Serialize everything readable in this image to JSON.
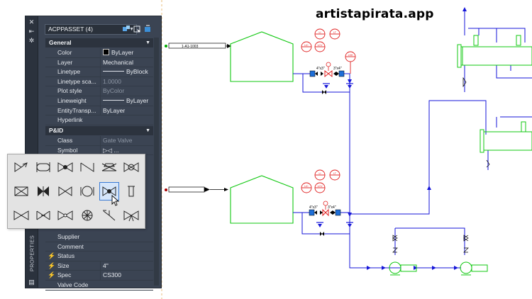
{
  "watermark": "artistapirata.app",
  "palette": {
    "side_label": "PROPERTIES",
    "selection": "ACPPASSET (4)",
    "general_header": "General",
    "general_rows": [
      {
        "key": "Color",
        "value": "ByLayer",
        "swatch": "#000000"
      },
      {
        "key": "Layer",
        "value": "Mechanical"
      },
      {
        "key": "Linetype",
        "value": "ByBlock",
        "line": true
      },
      {
        "key": "Linetype sca...",
        "value": "1.0000",
        "dim": true
      },
      {
        "key": "Plot style",
        "value": "ByColor",
        "dim": true
      },
      {
        "key": "Lineweight",
        "value": "ByLayer",
        "line": true
      },
      {
        "key": "EntityTransp...",
        "value": "ByLayer"
      },
      {
        "key": "Hyperlink",
        "value": ""
      }
    ],
    "pid_header": "P&ID",
    "pid_rows": [
      {
        "key": "Class",
        "value": "Gate Valve",
        "dim_value": true
      },
      {
        "key": "Symbol",
        "value": "▷◁   ..."
      }
    ],
    "lower_rows": [
      {
        "key": "Supplier",
        "value": ""
      },
      {
        "key": "Comment",
        "value": ""
      },
      {
        "key": "Status",
        "value": "",
        "bolt": true
      },
      {
        "key": "Size",
        "value": "4\"",
        "bolt": true
      },
      {
        "key": "Spec",
        "value": "CS300",
        "bolt": true
      },
      {
        "key": "Valve Code",
        "value": ""
      }
    ]
  },
  "picker": {
    "symbols": [
      "angle-valve",
      "butterfly-valve",
      "ball-valve",
      "gate-valve-slash",
      "globe-valve-box",
      "plug-valve",
      "knife-valve",
      "needle-valve",
      "gate-valve",
      "ball-valve-alt",
      "gate-valve-selected",
      "instrument-valve",
      "check-valve",
      "diaphragm-valve",
      "pinch-valve",
      "rotary-valve",
      "angle-check-valve",
      "three-way-valve"
    ],
    "selected_index": 10
  },
  "drawing": {
    "line_labels": [
      "1-A1-1003"
    ],
    "reducer_labels_top": [
      "4\"x3\"",
      "3\"x4\""
    ],
    "reducer_labels_bottom": [
      "4\"x3\"",
      "3\"x4\""
    ],
    "instrument_tags": [
      "LI",
      "LT",
      "LIC",
      "LCV",
      "LY",
      "LSH"
    ]
  },
  "colors": {
    "pipe": "#1616d8",
    "vessel": "#12c812",
    "instrument": "#e02020",
    "palette_bg": "#3b4453",
    "picker_bg": "#e3e3e3",
    "selection": "#3a7bd5"
  }
}
